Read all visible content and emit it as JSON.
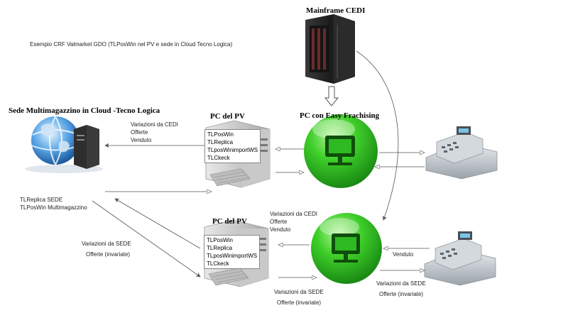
{
  "note": "Esempio CRF Valmarket  GDO (TLPosWin nel PV e sede in Cloud Tecno Logica)",
  "nodes": {
    "mainframe": {
      "title": "Mainframe CEDI"
    },
    "sede": {
      "title": "Sede Multimagazzino in Cloud -Tecno Logica"
    },
    "pc1": {
      "title": "PC del PV",
      "apps": [
        "TLPosWin",
        "TLReplica",
        "TLposWinimportWS",
        "TLCkeck"
      ]
    },
    "easy": {
      "title": "PC con Easy Frachising"
    },
    "pc2": {
      "title": "PC del PV",
      "apps": [
        "TLPosWin",
        "TLReplica",
        "TLposWinimportWS",
        "TLCkeck"
      ]
    }
  },
  "labels": {
    "to_sede": [
      "Variazioni da CEDI",
      "Offerte",
      "Venduto"
    ],
    "sede_apps": [
      "TLReplica SEDE",
      "TLPosWin Multimagazzino"
    ],
    "from_sede_left": [
      "Variazioni da SEDE",
      "Offerte (invariate)"
    ],
    "pc2_top": [
      "Variazioni da CEDI",
      "Offerte",
      "Venduto"
    ],
    "pc2_bottom": [
      "Variazioni da SEDE",
      "Offerte (invariate)"
    ],
    "venduto": "Venduto",
    "register_bottom": [
      "Variazioni da SEDE",
      "Offerte (invariate)"
    ]
  },
  "colors": {
    "green": "#22b11c",
    "arrow": "#555555"
  }
}
